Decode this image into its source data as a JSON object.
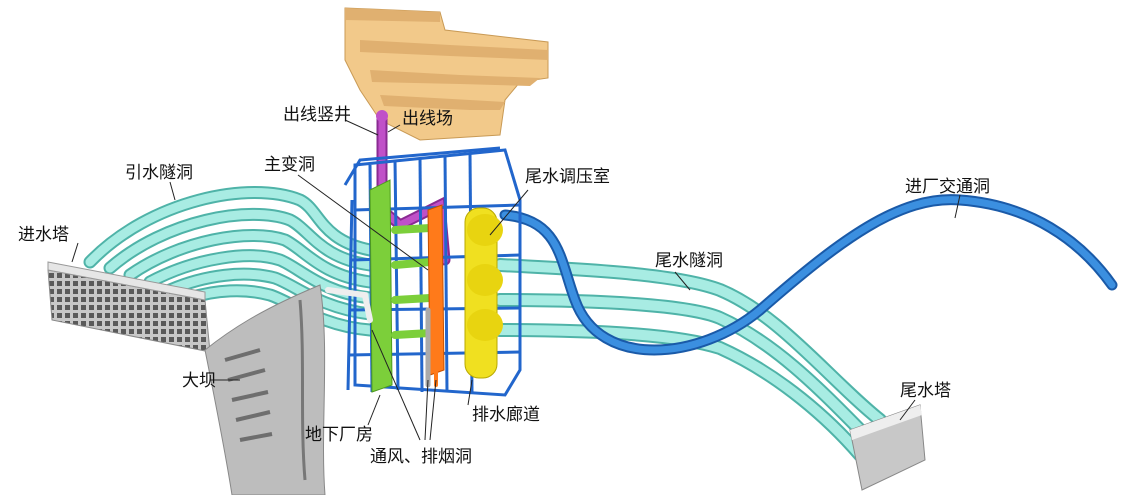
{
  "labels": {
    "outlet_shaft": "出线竖井",
    "switchyard": "出线场",
    "diversion_tunnel": "引水隧洞",
    "main_transformer_cavern": "主变洞",
    "surge_chamber": "尾水调压室",
    "access_tunnel": "进厂交通洞",
    "intake_tower": "进水塔",
    "tailrace_tunnel": "尾水隧洞",
    "dam": "大坝",
    "tailrace_tower": "尾水塔",
    "drainage_gallery": "排水廊道",
    "underground_powerhouse": "地下厂房",
    "ventilation_smoke_tunnel": "通风、排烟洞"
  },
  "colors": {
    "tunnel_water": "#8fe0d6",
    "tunnel_water_edge": "#4fb3a8",
    "access_tunnel": "#2f7fd0",
    "gallery_frame": "#2266cc",
    "switchyard": "#f2c98a",
    "outlet_shaft": "#b040b8",
    "powerhouse": "#7ccf3a",
    "transformer": "#ff7a1a",
    "surge_chamber": "#f0e020",
    "concrete": "#b8b8b8"
  }
}
